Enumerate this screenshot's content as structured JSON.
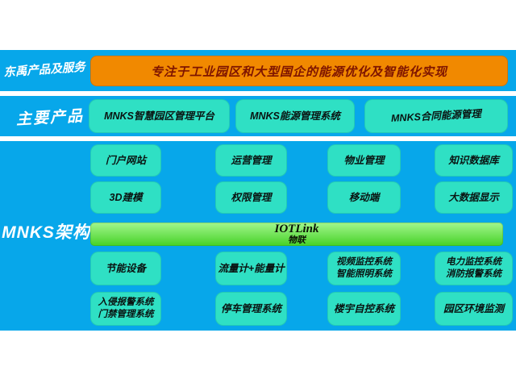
{
  "colors": {
    "panel_blue": "#07a7ea",
    "box_teal": "#2fe0c4",
    "banner_orange": "#f18900",
    "banner_text_red": "#7e1400",
    "iot_green_top": "#a2f68e",
    "iot_green_bottom": "#46d226",
    "side_label_white": "#ffffff",
    "box_text_black": "#0a1412"
  },
  "band1": {
    "label": "东禹产品及服务",
    "banner": "专注于工业园区和大型国企的能源优化及智能化实现"
  },
  "band2": {
    "label": "主要产品",
    "products": [
      "MNKS智慧园区管理平台",
      "MNKS能源管理系统",
      "MNKS合同能源管理"
    ]
  },
  "band3": {
    "label": "MNKS架构",
    "row1": [
      [
        "门户网站"
      ],
      [
        "运营管理"
      ],
      [
        "物业管理"
      ],
      [
        "知识数据库"
      ]
    ],
    "row2": [
      [
        "3D建模"
      ],
      [
        "权限管理"
      ],
      [
        "移动端"
      ],
      [
        "大数据显示"
      ]
    ],
    "iot": {
      "title": "IOTLink",
      "subtitle": "物联"
    },
    "row3": [
      [
        "节能设备"
      ],
      [
        "流量计+能量计"
      ],
      [
        "视频监控系统",
        "智能照明系统"
      ],
      [
        "电力监控系统",
        "消防报警系统"
      ]
    ],
    "row4": [
      [
        "入侵报警系统",
        "门禁管理系统"
      ],
      [
        "停车管理系统"
      ],
      [
        "楼宇自控系统"
      ],
      [
        "园区环境监测"
      ]
    ]
  }
}
